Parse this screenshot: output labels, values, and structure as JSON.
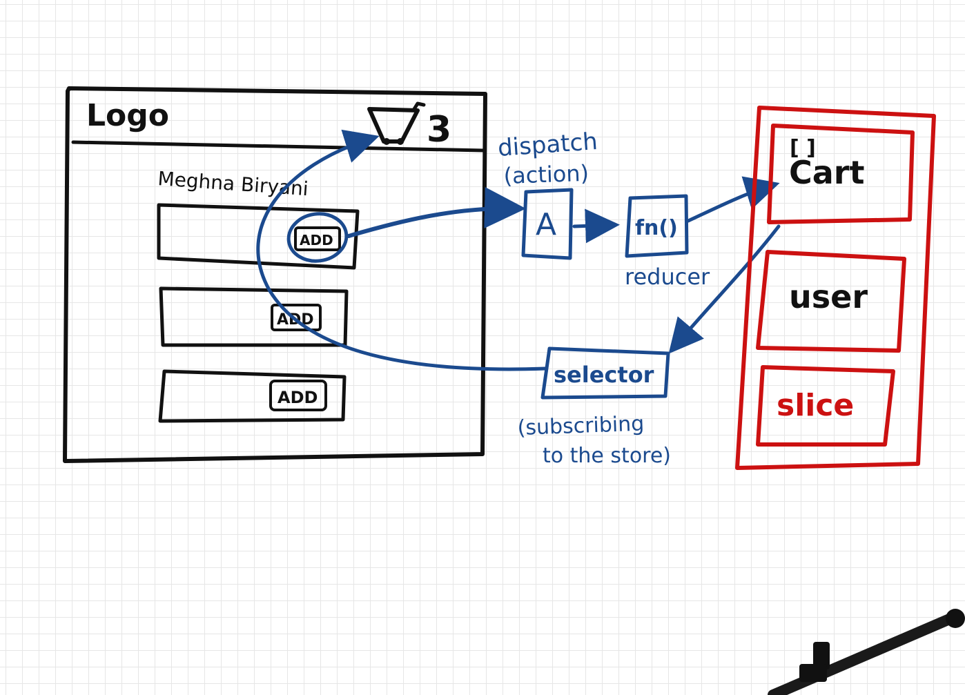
{
  "colors": {
    "black_ink": "#111111",
    "blue_ink": "#1b4a8e",
    "red_ink": "#cc1111",
    "grid": "#e6e6e6"
  },
  "app": {
    "logo": "Logo",
    "cart_icon": "cart-icon",
    "cart_count": "3",
    "restaurant_name": "Meghna Biryani",
    "add_buttons": [
      "ADD",
      "ADD",
      "ADD"
    ]
  },
  "flow": {
    "dispatch_label": "dispatch",
    "action_label": "(action)",
    "action_box": "A",
    "function_box": "fn()",
    "reducer_label": "reducer",
    "selector_box": "selector",
    "selector_note_line1": "(subscribing",
    "selector_note_line2": "to the store)"
  },
  "store": {
    "cart_slice_marker": "[ ]",
    "cart_slice": "Cart",
    "user_slice": "user",
    "slice_label": "slice"
  }
}
